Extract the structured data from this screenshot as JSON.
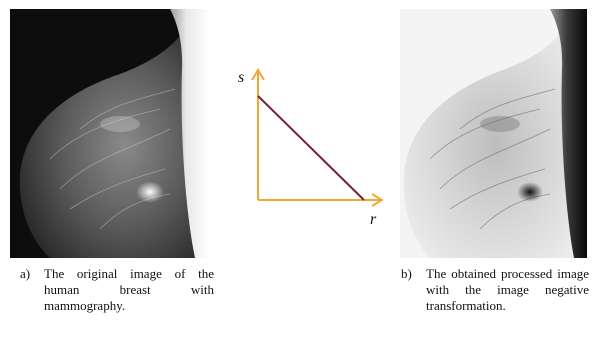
{
  "figure": {
    "graph": {
      "y_axis_label": "s",
      "x_axis_label": "r",
      "colors": {
        "axes": "#f0a830",
        "line": "#7a1e3c"
      }
    },
    "captions": [
      {
        "label": "a)",
        "text": "The original image of the human breast with mammography."
      },
      {
        "label": "b)",
        "text": "The obtained processed image with the image negative transformation."
      }
    ]
  }
}
